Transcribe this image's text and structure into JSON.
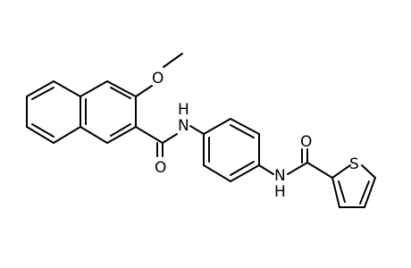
{
  "atoms": {
    "methoxy_oxygen": "O",
    "methyl_stub": "",
    "amide1_nitrogen": "H\nN",
    "amide1_oxygen": "O",
    "amide2_nitrogen": "N\nH",
    "amide2_oxygen": "O",
    "thiophene_sulfur": "S"
  },
  "colors": {
    "bond": "#000000",
    "label": "#000000",
    "background": "#ffffff"
  }
}
